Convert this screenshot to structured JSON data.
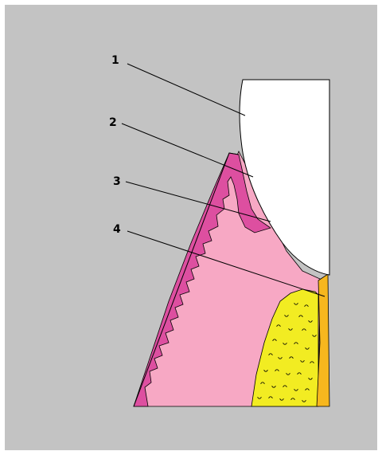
{
  "colors": {
    "background": "#c3c3c3",
    "tooth": "#ffffff",
    "epithelium": "#dd4fa0",
    "connective_tissue": "#f7a8c4",
    "bone": "#f2ec22",
    "cementum": "#f7b71e",
    "outline": "#000000"
  },
  "labels": [
    {
      "number": "1"
    },
    {
      "number": "2"
    },
    {
      "number": "3"
    },
    {
      "number": "4"
    }
  ]
}
